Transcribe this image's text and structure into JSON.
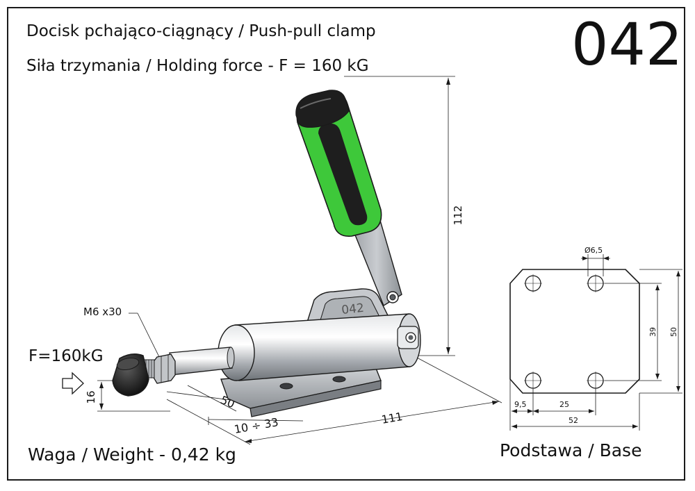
{
  "title": {
    "line1": "Docisk pchająco-ciągnący / Push-pull clamp",
    "line2": "Siła trzymania / Holding force - F = 160 kG"
  },
  "product_code": "042",
  "weight_label": "Waga / Weight - 0,42 kg",
  "base_caption": "Podstawa / Base",
  "force_label": "F=160kG",
  "thread_label": "M6 x30",
  "body_marking": "042",
  "dimensions": {
    "height": "112",
    "length": "111",
    "stroke": "50",
    "adjust": "10 ÷ 33",
    "base_height": "16"
  },
  "base_dimensions": {
    "hole": "Ø6,5",
    "hole_spacing_v": "39",
    "width_v": "50",
    "edge_offset": "9,5",
    "hole_spacing_h": "25",
    "width_h": "52"
  },
  "colors": {
    "grip_green": "#3ec83a",
    "grip_black": "#1e1e1e",
    "steel": "#b9bcc0",
    "line": "#1a1a1a"
  }
}
